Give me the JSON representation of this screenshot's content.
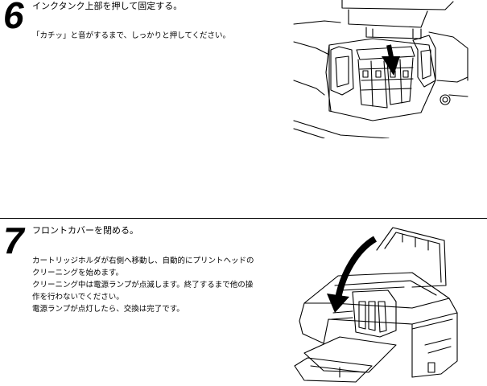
{
  "step6": {
    "number": "6",
    "heading": "インクタンク上部を押して固定する。",
    "body": "「カチッ」と音がするまで、しっかりと押してください。"
  },
  "step7": {
    "number": "7",
    "heading": "フロントカバーを閉める。",
    "lines": [
      "カートリッジホルダが右側へ移動し、自動的にプリントヘッドの",
      "クリーニングを始めます。",
      "クリーニング中は電源ランプが点滅します。終了するまで他の操",
      "作を行わないでください。",
      "電源ランプが点灯したら、交換は完了です。"
    ]
  },
  "icons": {
    "press_arrow": "down-arrow-icon",
    "close_arrow": "curved-arrow-icon"
  }
}
